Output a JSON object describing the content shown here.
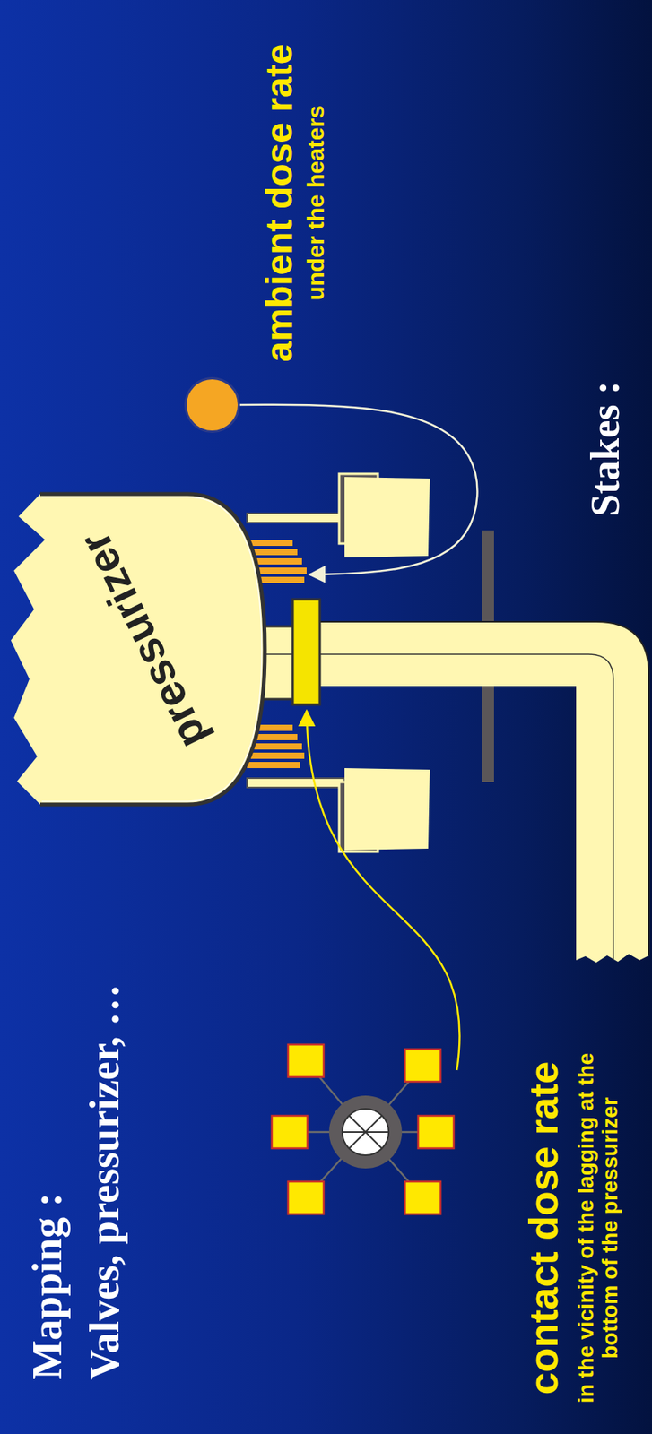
{
  "diagram": {
    "title": "Mapping :",
    "nodes": [
      {
        "text": [
          "pressurizer"
        ]
      },
      {
        "text": [
          "ambient dose rate",
          "under the heaters"
        ]
      }
    ],
    "edges": [
      {
        "from": 1,
        "to": 0,
        "arrow": "to"
      }
    ],
    "labels": [
      "Valves, pressurizer, …",
      "contact dose rate",
      "in the vicinity of the lagging at the bottom of the pressurizer",
      "Stakes :"
    ]
  }
}
